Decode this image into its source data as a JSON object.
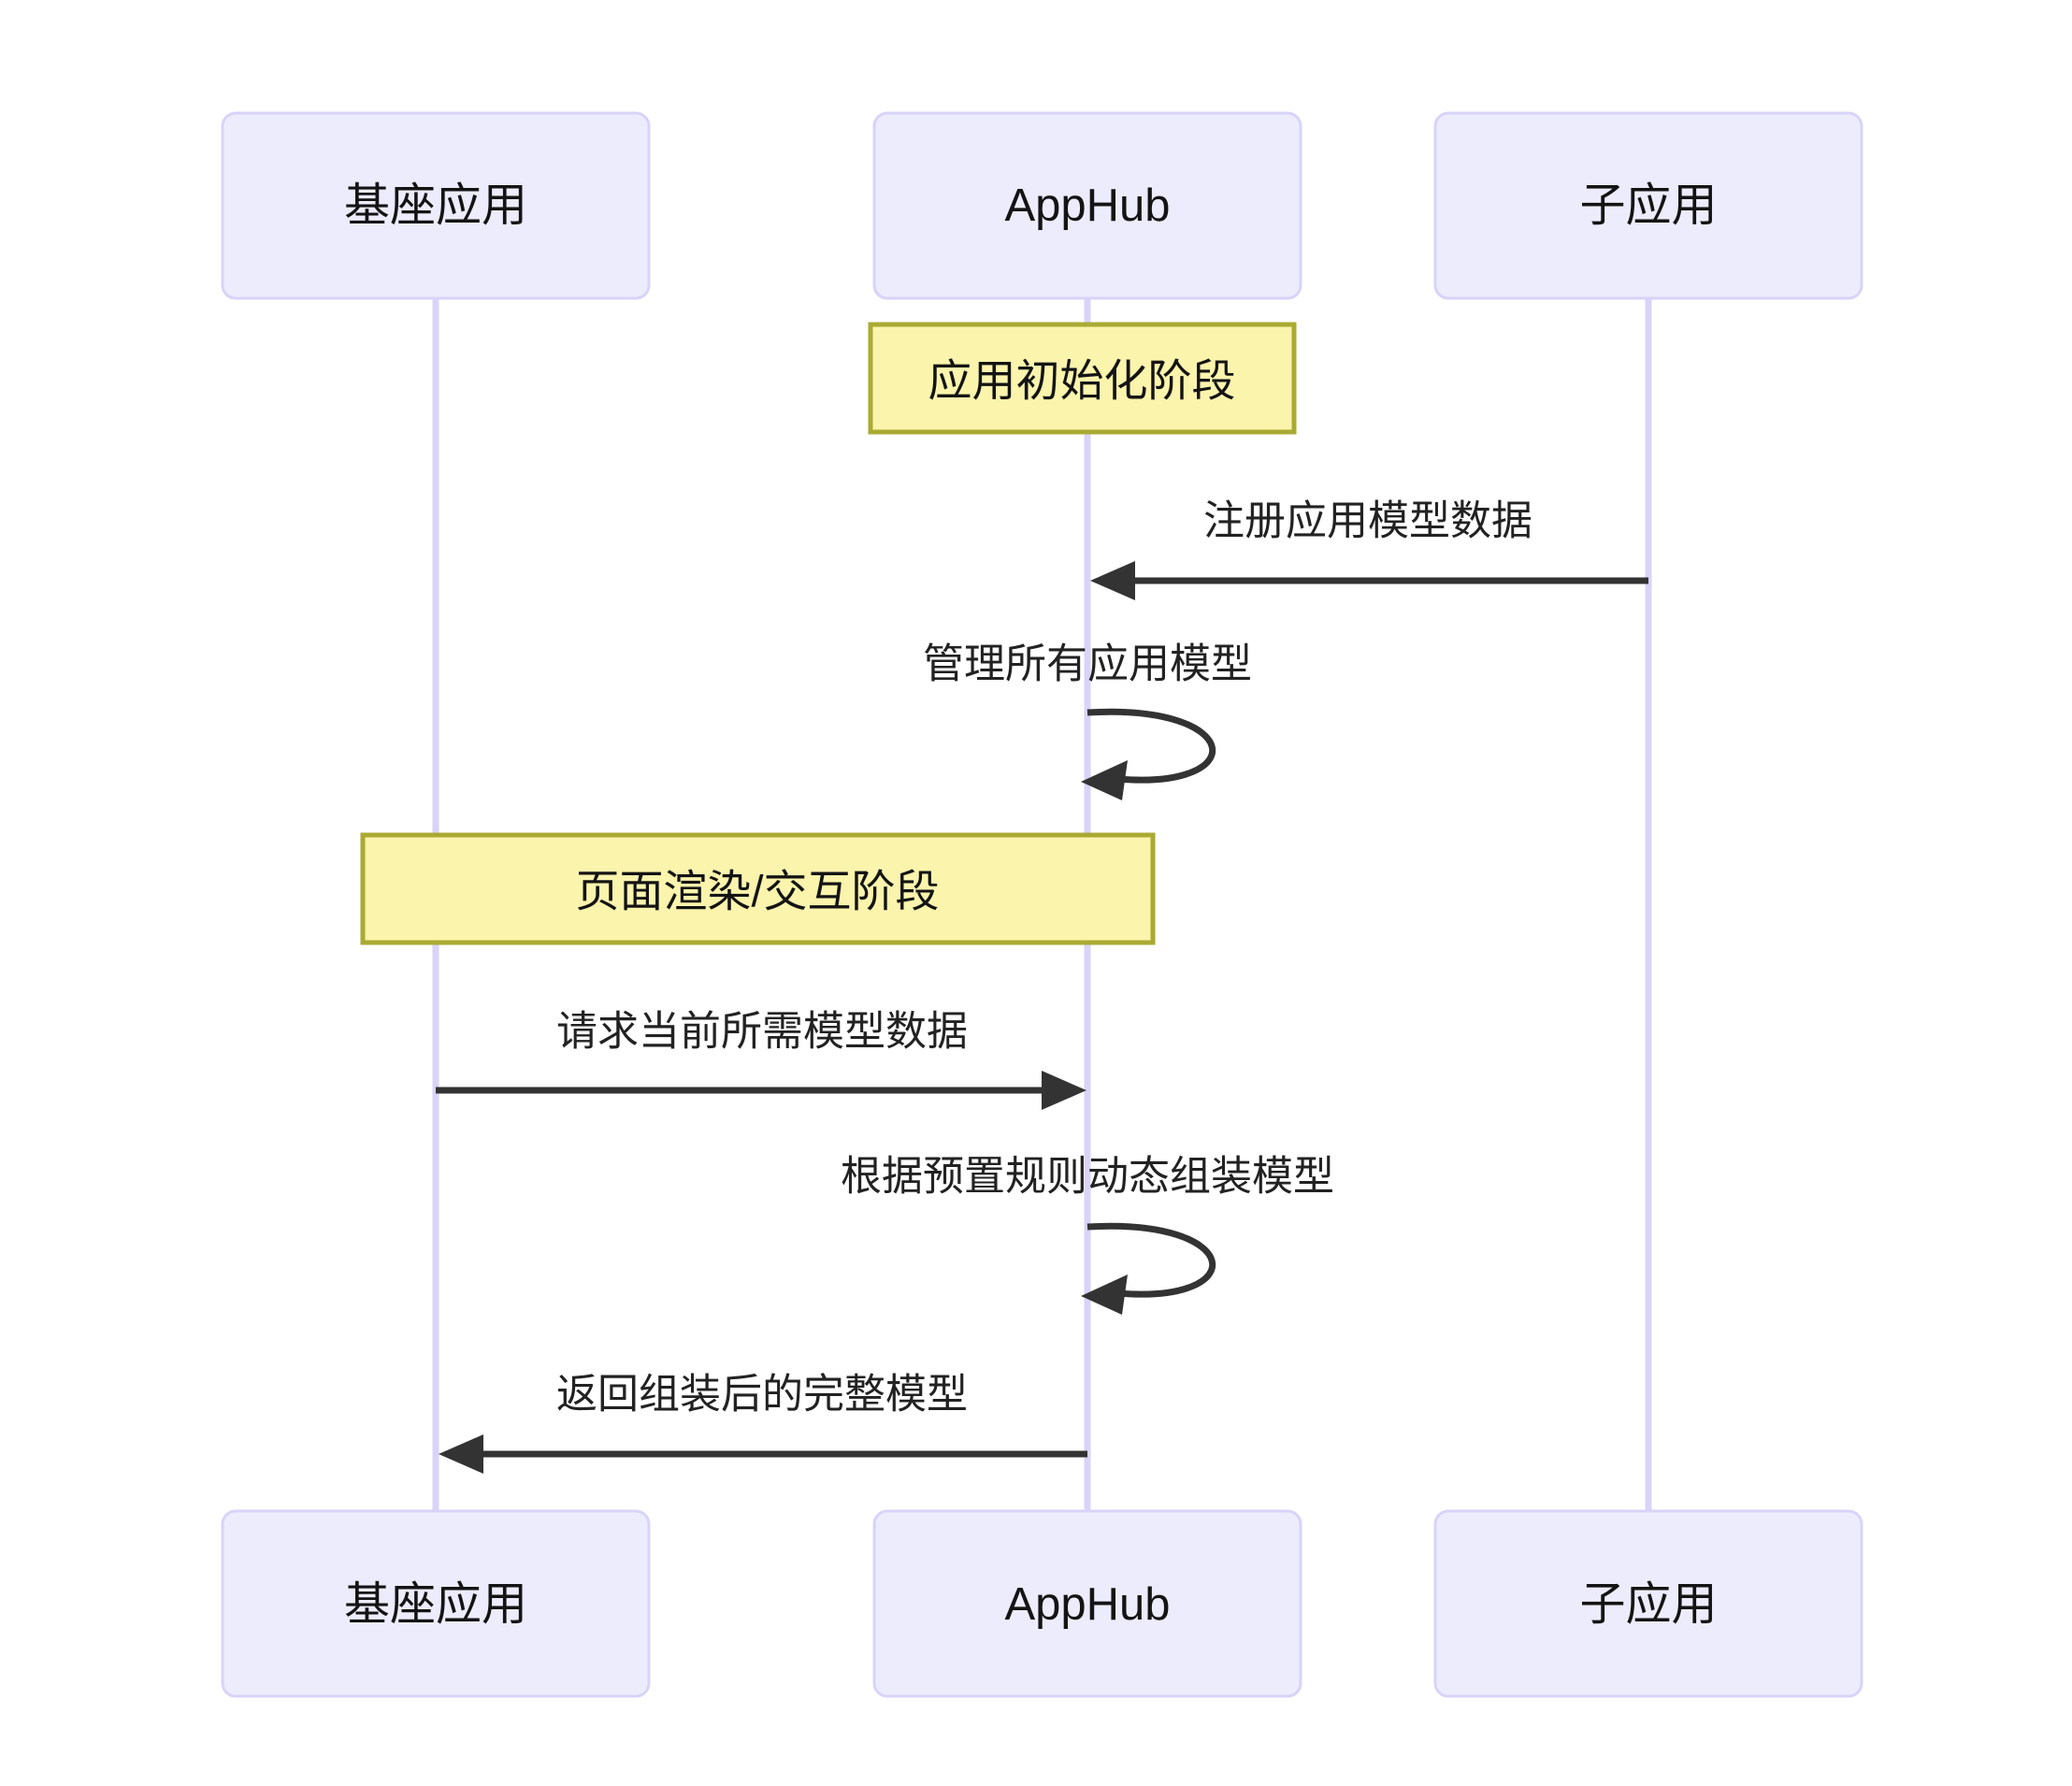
{
  "diagram": {
    "type": "sequence-diagram",
    "background_color": "#ffffff",
    "actor_fill": "#ececfd",
    "actor_stroke": "#d9d3f8",
    "note_fill": "#fbf4ad",
    "note_stroke": "#aaaa33",
    "line_color": "#333333",
    "participants": [
      {
        "id": "base",
        "label": "基座应用"
      },
      {
        "id": "apphub",
        "label": "AppHub"
      },
      {
        "id": "sub",
        "label": "子应用"
      }
    ],
    "notes": [
      {
        "id": "note-init",
        "label": "应用初始化阶段",
        "over": "apphub"
      },
      {
        "id": "note-render",
        "label": "页面渲染/交互阶段",
        "over": "base..apphub"
      }
    ],
    "messages": [
      {
        "id": "msg-register",
        "label": "注册应用模型数据",
        "from": "sub",
        "to": "apphub",
        "direction": "left",
        "kind": "arrow"
      },
      {
        "id": "msg-manage",
        "label": "管理所有应用模型",
        "from": "apphub",
        "to": "apphub",
        "direction": "self",
        "kind": "self-loop"
      },
      {
        "id": "msg-request",
        "label": "请求当前所需模型数据",
        "from": "base",
        "to": "apphub",
        "direction": "right",
        "kind": "arrow"
      },
      {
        "id": "msg-assemble",
        "label": "根据预置规则动态组装模型",
        "from": "apphub",
        "to": "apphub",
        "direction": "self",
        "kind": "self-loop"
      },
      {
        "id": "msg-return",
        "label": "返回组装后的完整模型",
        "from": "apphub",
        "to": "base",
        "direction": "left",
        "kind": "arrow"
      }
    ]
  }
}
